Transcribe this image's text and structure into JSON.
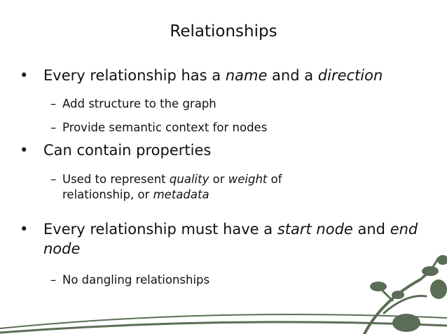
{
  "slide": {
    "title": "Relationships",
    "bullets": [
      {
        "parts": [
          {
            "text": "Every relationship has a "
          },
          {
            "text": "name",
            "em": true
          },
          {
            "text": " and a "
          },
          {
            "text": "direction",
            "em": true
          }
        ],
        "sub": [
          {
            "parts": [
              {
                "text": "Add structure to the graph"
              }
            ]
          },
          {
            "parts": [
              {
                "text": "Provide semantic context for nodes"
              }
            ]
          }
        ]
      },
      {
        "parts": [
          {
            "text": "Can contain properties"
          }
        ],
        "sub": [
          {
            "parts": [
              {
                "text": "Used to represent "
              },
              {
                "text": "quality",
                "em": true
              },
              {
                "text": " or "
              },
              {
                "text": "weight",
                "em": true
              },
              {
                "text": " of relationship, or "
              },
              {
                "text": "metadata",
                "em": true
              }
            ]
          }
        ]
      },
      {
        "parts": [
          {
            "text": "Every relationship must have a "
          },
          {
            "text": "start node",
            "em": true
          },
          {
            "text": " and "
          },
          {
            "text": "end node",
            "em": true
          }
        ],
        "sub": [
          {
            "parts": [
              {
                "text": "No dangling relationships"
              }
            ]
          }
        ]
      }
    ],
    "bullet_glyph": "•",
    "dash_glyph": "–",
    "colors": {
      "text": "#111111",
      "decoration": "#5a6e55"
    },
    "decoration_icon": "graph-network-decoration-icon"
  }
}
